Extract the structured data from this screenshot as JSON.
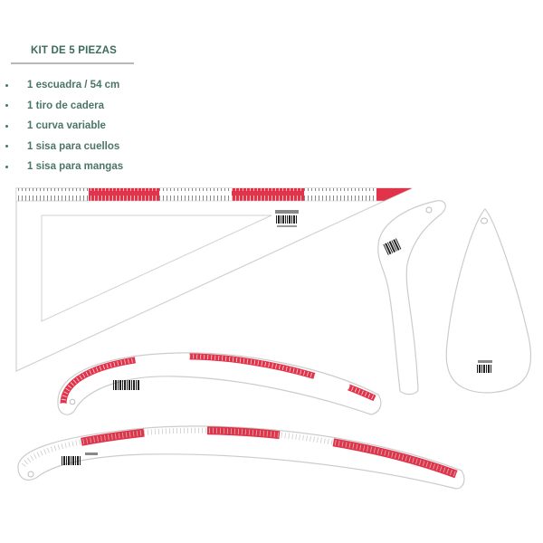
{
  "kit": {
    "title": "KIT DE 5 PIEZAS",
    "items": [
      "1 escuadra / 54 cm",
      "1 tiro de cadera",
      "1 curva variable",
      "1 sisa para cuellos",
      "1 sisa para mangas"
    ]
  },
  "colors": {
    "title": "#3c6b5e",
    "text": "#4b7568",
    "ruler_red": "#e1334a",
    "outline": "#d0d0d0"
  }
}
